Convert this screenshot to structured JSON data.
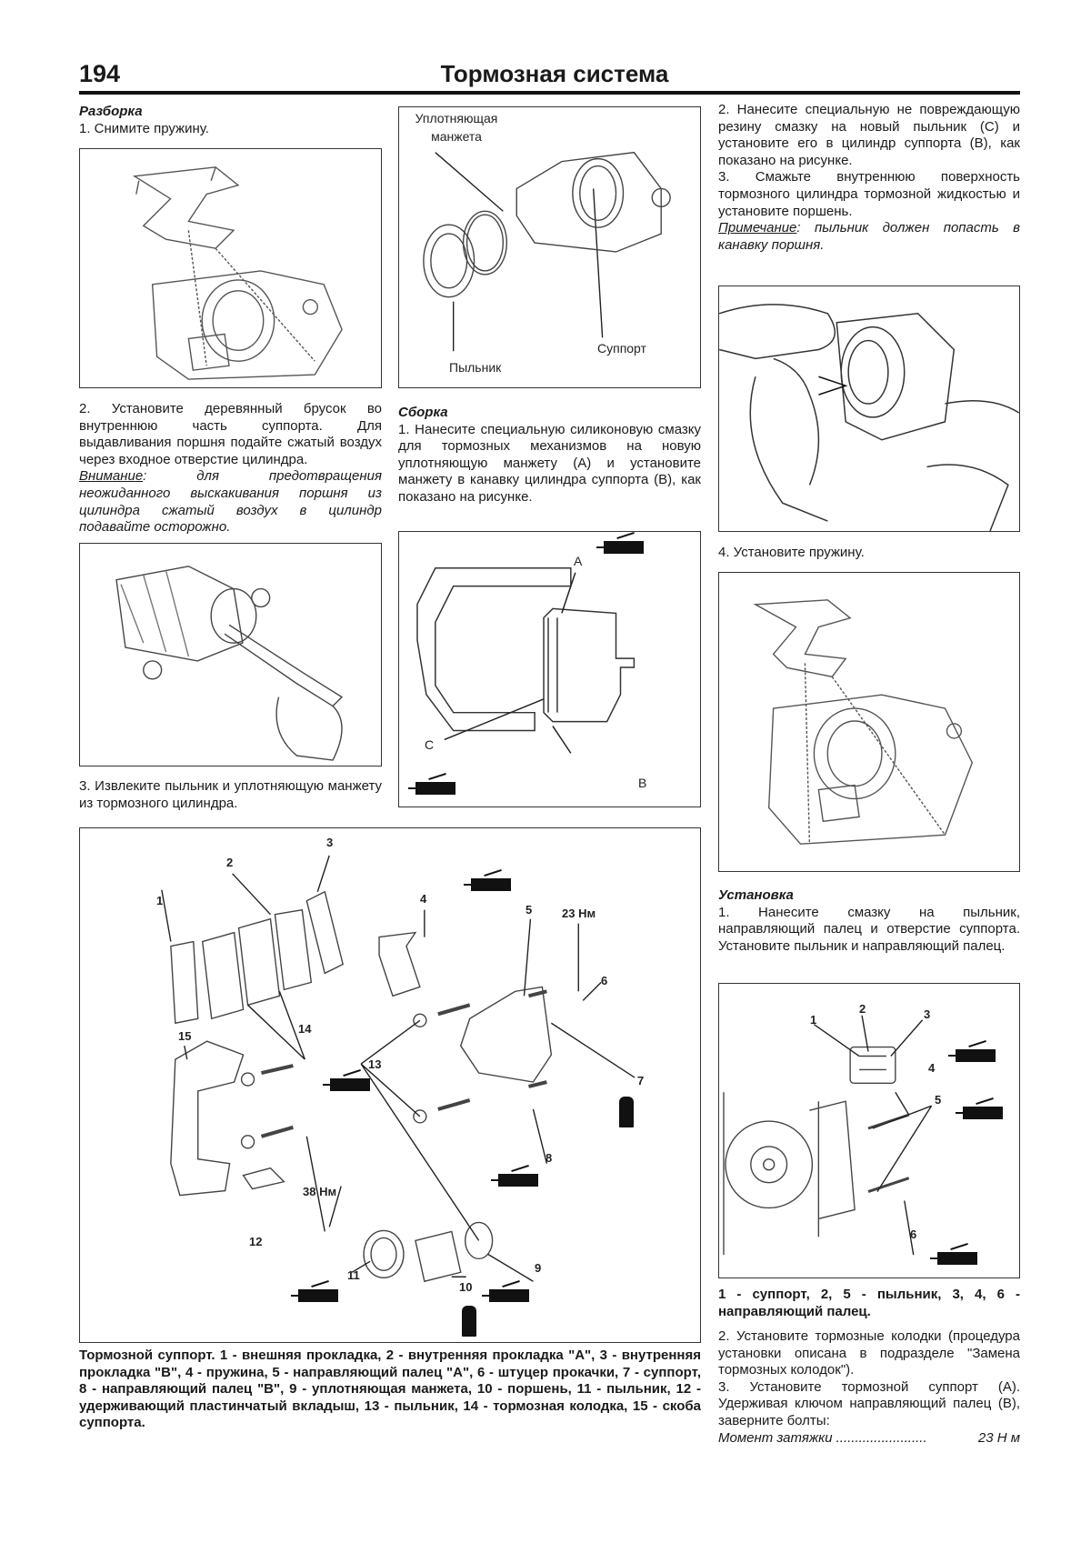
{
  "header": {
    "page_number": "194",
    "title": "Тормозная система"
  },
  "left_column": {
    "heading": "Разборка",
    "step1": "1. Снимите пружину.",
    "step2": "2. Установите деревянный брусок во внутреннюю часть суппорта. Для выдавливания поршня подайте сжатый воздух через входное отверстие цилиндра.",
    "warning_label": "Внимание",
    "warning_text": ": для предотвращения неожиданного выскакивания поршня из цилиндра сжатый воздух в цилиндр подавайте осторожно.",
    "step3": "3. Извлеките пыльник и уплотняющую манжету из тормозного цилиндра."
  },
  "middle_column": {
    "figure1_labels": {
      "seal": "Уплотняющая манжета",
      "boot": "Пыльник",
      "caliper": "Суппорт"
    },
    "heading": "Сборка",
    "step1": "1. Нанесите специальную силиконовую смазку для тормозных механизмов на новую уплотняющую манжету (A) и установите манжету в канавку цилиндра суппорта (B), как показано на рисунке.",
    "figure2_labels": {
      "a": "A",
      "b": "B",
      "c": "C"
    }
  },
  "right_column": {
    "step2": "2. Нанесите специальную не повреждающую резину смазку на новый пыльник (C) и установите его в цилиндр суппорта (B), как показано на рисунке.",
    "step3": "3. Смажьте внутреннюю поверхность тормозного цилиндра тормозной жидкостью и установите поршень.",
    "note_label": "Примечание",
    "note_text": ": пыльник должен попасть в канавку поршня.",
    "step4": "4. Установите пружину.",
    "install_heading": "Установка",
    "install_step1": "1. Нанесите смазку на пыльник, направляющий палец и отверстие суппорта. Установите пыльник и направляющий палец.",
    "figure3_labels": [
      "1",
      "2",
      "3",
      "4",
      "5",
      "6"
    ],
    "figure3_caption": "1 - суппорт, 2, 5 - пыльник, 3, 4, 6 - направляющий палец.",
    "install_step2": "2. Установите тормозные колодки (процедура установки описана в подразделе \"Замена тормозных колодок\").",
    "install_step3": "3. Установите тормозной суппорт (A). Удерживая ключом направляющий палец (B), заверните болты:",
    "torque_label": "Момент затяжки",
    "torque_dots": "........................",
    "torque_value": "23 Н м"
  },
  "exploded_figure": {
    "labels": {
      "n1": "1",
      "n2": "2",
      "n3": "3",
      "n4": "4",
      "n5": "5",
      "n6": "6",
      "n7": "7",
      "n8": "8",
      "n9": "9",
      "n10": "10",
      "n11": "11",
      "n12": "12",
      "n13": "13",
      "n14": "14",
      "n15": "15"
    },
    "torque_23": "23 Нм",
    "torque_38": "38 Нм",
    "caption": "Тормозной суппорт. 1 - внешняя прокладка, 2 - внутренняя прокладка \"А\", 3 - внутренняя прокладка \"В\", 4 - пружина, 5 - направляющий палец \"А\", 6 - штуцер прокачки, 7 - суппорт, 8 - направляющий палец \"В\", 9 - уплотняющая манжета, 10 - поршень, 11 - пыльник, 12 - удерживающий пластинчатый вкладыш, 13 - пыльник, 14 - тормозная колодка, 15 - скоба суппорта."
  },
  "icons": {
    "grease_tag": "grease-tag-icon",
    "brake_fluid": "brake-fluid-bottle-icon"
  },
  "colors": {
    "text": "#1a1a1a",
    "rule": "#111111",
    "drawing": "#555555"
  }
}
